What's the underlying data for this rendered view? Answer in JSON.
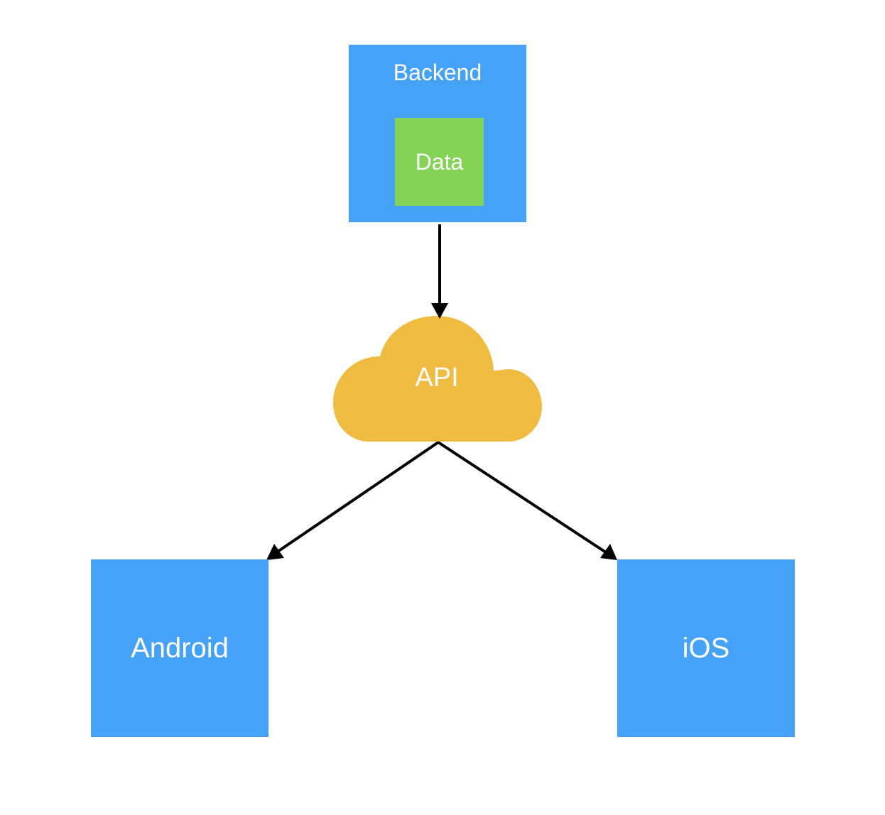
{
  "diagram": {
    "nodes": {
      "backend": {
        "label": "Backend",
        "color": "#46a2f7"
      },
      "data": {
        "label": "Data",
        "color": "#83d456"
      },
      "api": {
        "label": "API",
        "color": "#efbb40",
        "shape": "cloud"
      },
      "android": {
        "label": "Android",
        "color": "#46a2f7"
      },
      "ios": {
        "label": "iOS",
        "color": "#46a2f7"
      }
    },
    "edges": [
      {
        "from": "backend",
        "to": "api"
      },
      {
        "from": "api",
        "to": "android"
      },
      {
        "from": "api",
        "to": "ios"
      }
    ],
    "edge_color": "#000000"
  }
}
